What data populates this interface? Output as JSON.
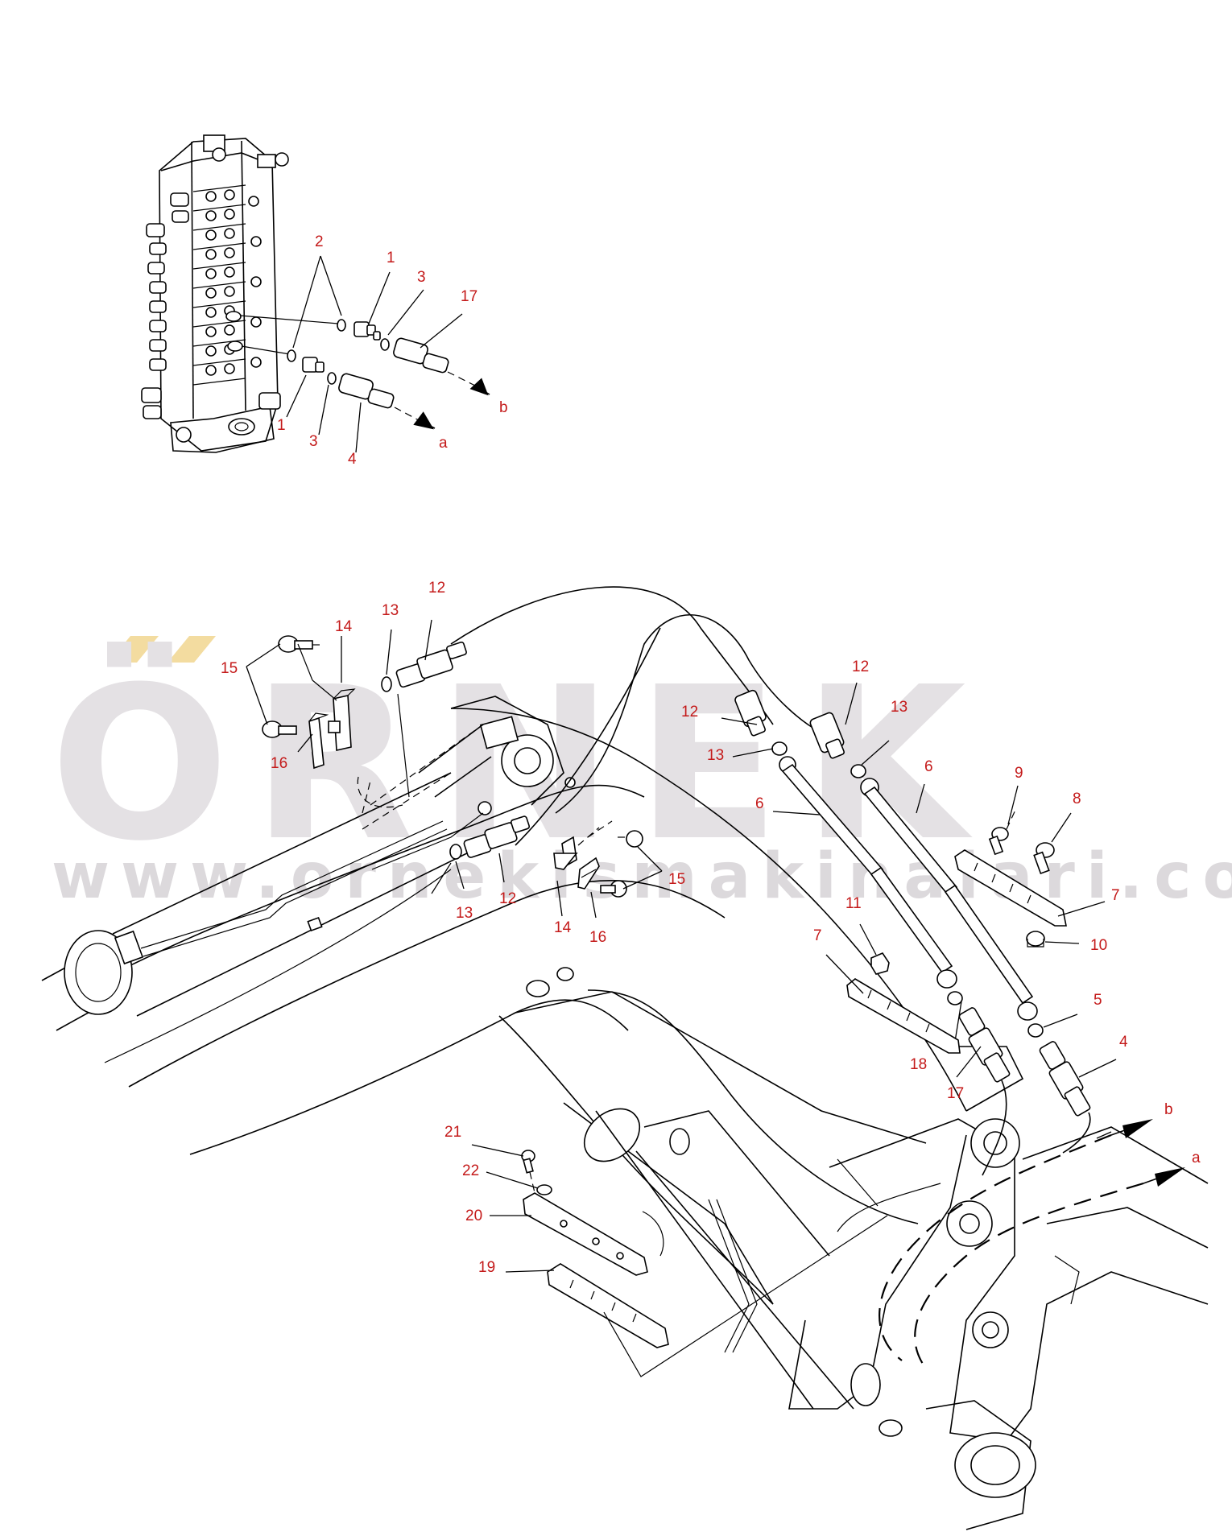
{
  "watermark": {
    "brand": "ÖRNEK",
    "url": "www.ornekismakinalari.com.tr",
    "umlaut_color": "#f3dca0",
    "text_color": "#e4e1e4"
  },
  "colors": {
    "callout": "#c41a1a",
    "line": "#000000"
  },
  "callouts": {
    "c1": "2",
    "c2": "1",
    "c3": "3",
    "c4": "17",
    "c5": "b",
    "c6": "1",
    "c7": "3",
    "c8": "4",
    "c9": "a",
    "c10": "12",
    "c11": "13",
    "c12": "14",
    "c13": "15",
    "c14": "16",
    "c15": "12",
    "c16": "13",
    "c17": "12",
    "c18": "13",
    "c19": "6",
    "c20": "6",
    "c21": "9",
    "c22": "8",
    "c23": "7",
    "c24": "11",
    "c25": "10",
    "c26": "7",
    "c27": "5",
    "c28": "4",
    "c29": "18",
    "c30": "17",
    "c31": "13",
    "c32": "12",
    "c33": "14",
    "c34": "16",
    "c35": "15",
    "c36": "b",
    "c37": "a",
    "c38": "21",
    "c39": "22",
    "c40": "20",
    "c41": "19"
  }
}
